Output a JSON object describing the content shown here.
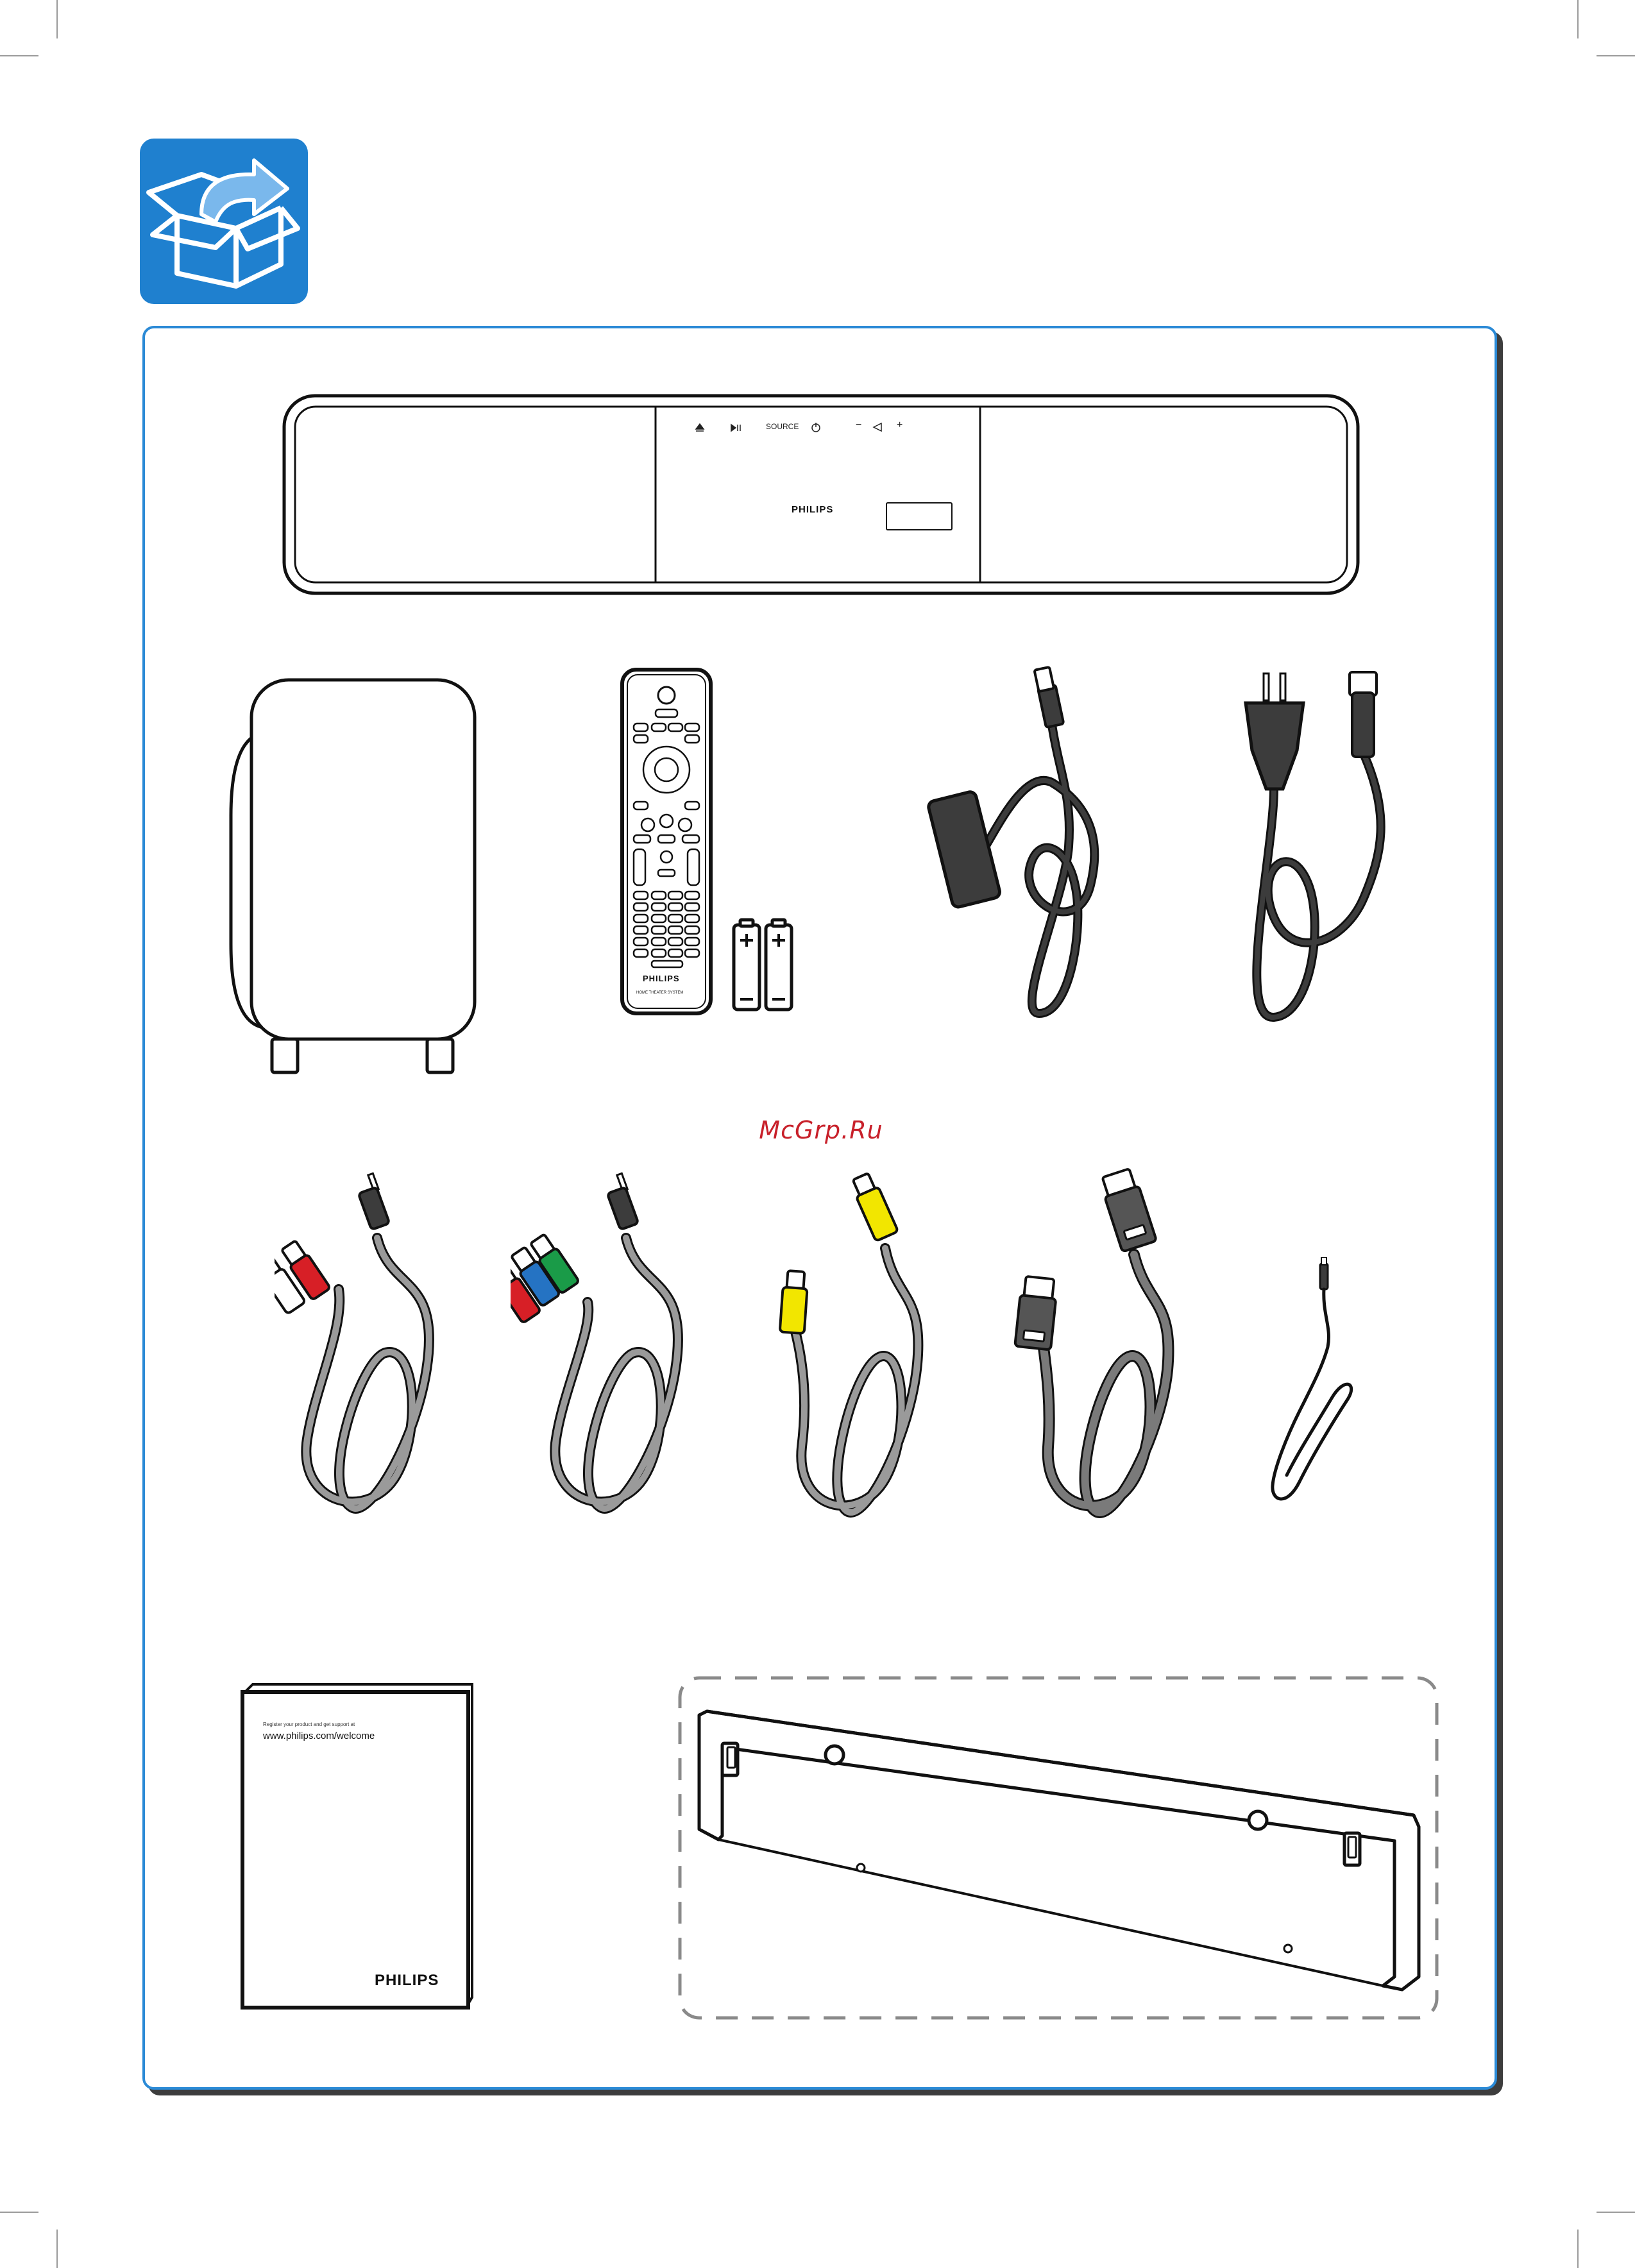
{
  "watermark": "McGrp.Ru",
  "soundbar": {
    "buttons": [
      "SOURCE",
      "−",
      "+"
    ],
    "brand": "PHILIPS"
  },
  "remote": {
    "brand": "PHILIPS",
    "caption": "HOME THEATER SYSTEM"
  },
  "manual": {
    "line1": "Register your product and get support at",
    "line2": "www.philips.com/welcome",
    "brand": "PHILIPS"
  },
  "colors": {
    "accent": "#1f80cf",
    "frame_border": "#2b8ad6",
    "shadow": "#3d3d3d",
    "cable_grey": "#8c8c8c",
    "cable_dark": "#3c3c3c",
    "plug_red": "#d71f26",
    "plug_green": "#1a9b48",
    "plug_blue": "#2573c3",
    "plug_yellow": "#f2e600"
  },
  "icons": [
    "unpack-box-icon",
    "arrow-out-icon"
  ]
}
